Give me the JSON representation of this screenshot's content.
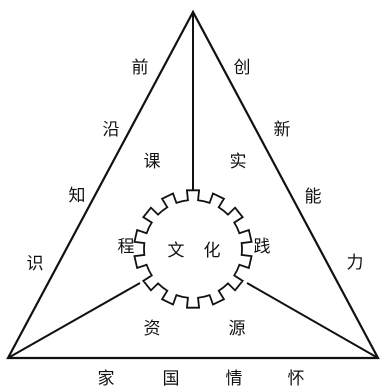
{
  "diagram": {
    "center": [
      "文",
      "化"
    ],
    "left_edge_labels": [
      "前",
      "沿",
      "知",
      "识"
    ],
    "right_edge_labels": [
      "创",
      "新",
      "能",
      "力"
    ],
    "bottom_edge_labels": [
      "家",
      "国",
      "情",
      "怀"
    ],
    "left_inner_labels": [
      "课",
      "程"
    ],
    "right_inner_labels": [
      "实",
      "践"
    ],
    "bottom_inner_labels": [
      "资",
      "源"
    ]
  }
}
